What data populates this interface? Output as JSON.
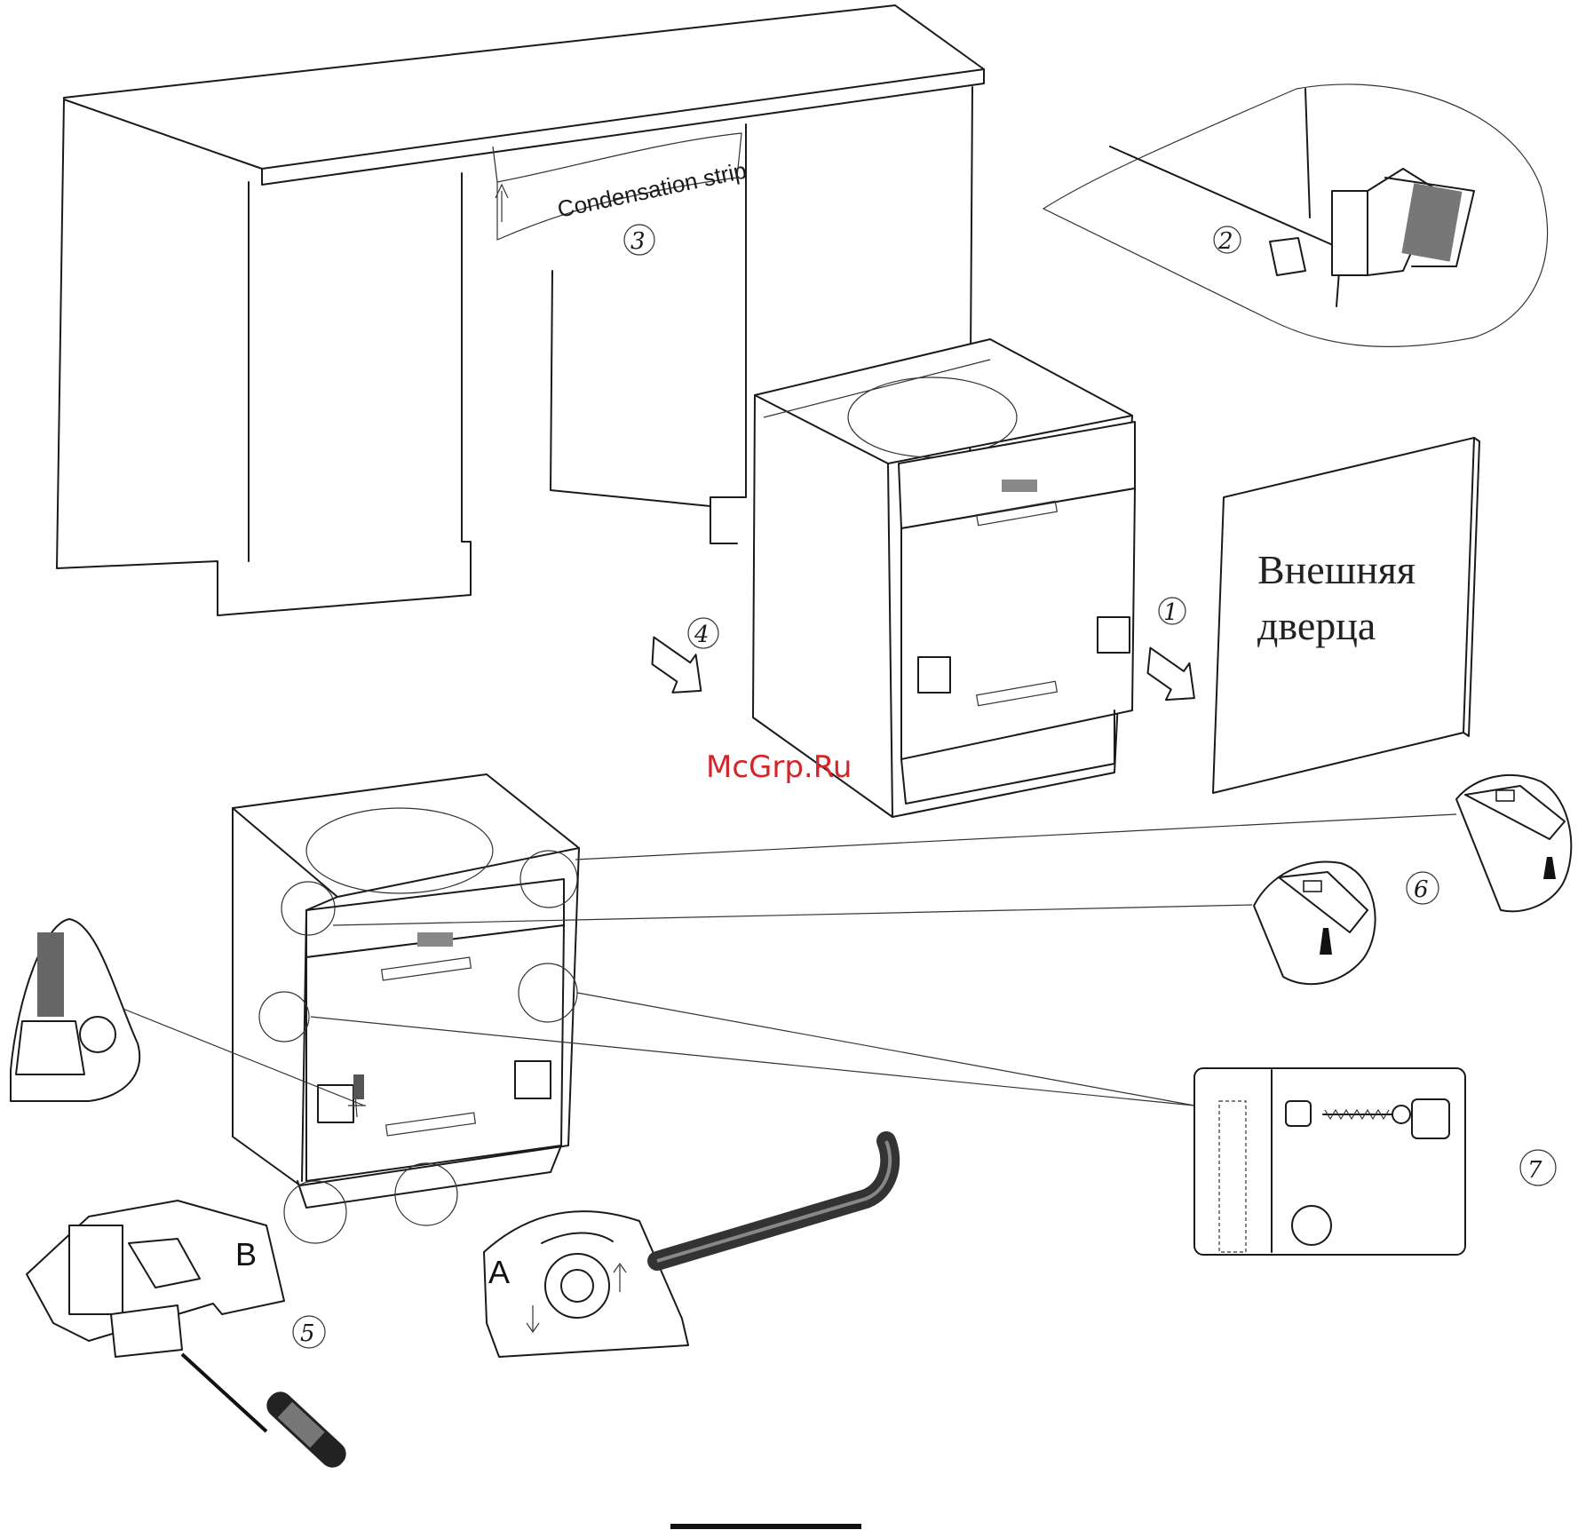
{
  "labels": {
    "condensation_strip": "Condensation strip",
    "outer_door_line1": "Внешняя",
    "outer_door_line2": "дверца",
    "detail_a": "A",
    "detail_b": "B",
    "watermark": "McGrp.Ru"
  },
  "steps": [
    "1",
    "2",
    "3",
    "4",
    "5",
    "6",
    "7"
  ],
  "colors": {
    "line": "#1a1a1a",
    "watermark": "#d4262a"
  }
}
